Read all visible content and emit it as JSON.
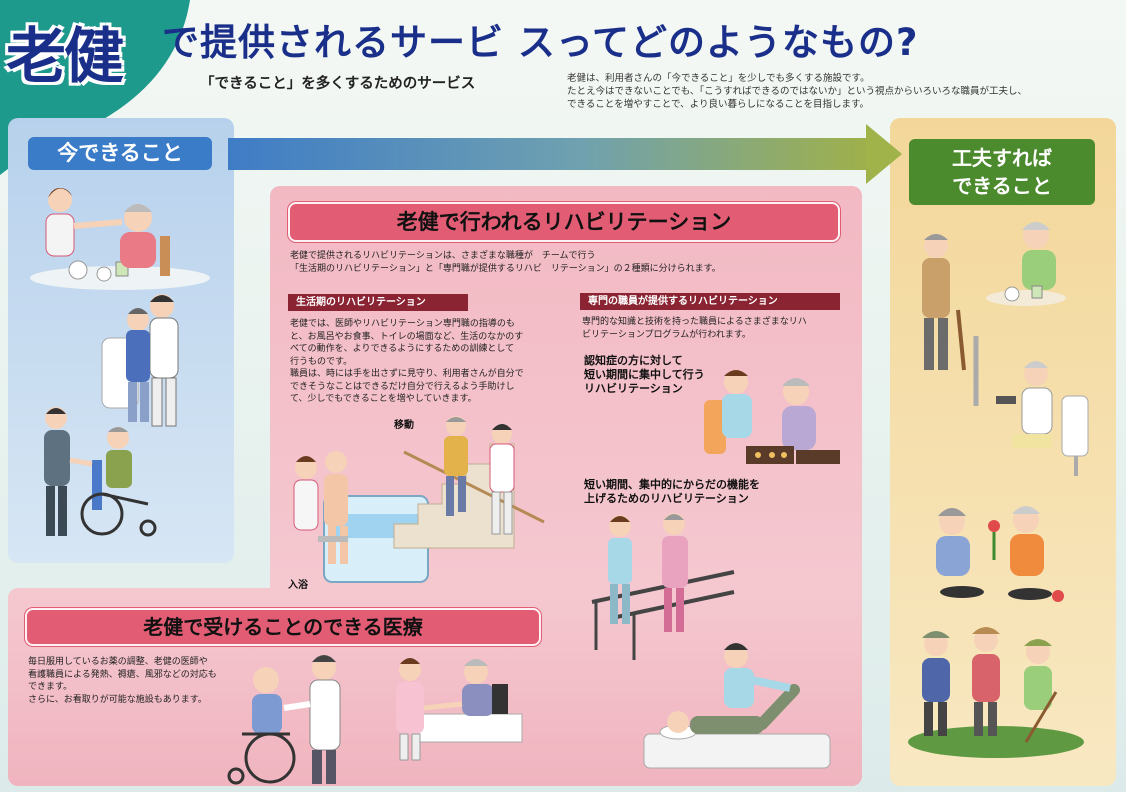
{
  "header": {
    "logo": "老健",
    "headline": "で提供されるサービ スってどのようなもの?",
    "subline": "「できること」を多くするためのサービス",
    "intro_lines": [
      "老健は、利用者さんの「今できること」を少しでも多くする施設です。",
      "たとえ今はできないことでも、「こうすればできるのではないか」という視点からいろいろな職員が工夫し、",
      "できることを増やすことで、より良い暮らしになることを目指します。"
    ]
  },
  "flow": {
    "now_label": "今できること",
    "goal_label_line1": "工夫すれば",
    "goal_label_line2": "できること"
  },
  "rehab": {
    "title": "老健で行われるリハビリテーション",
    "intro_lines": [
      "老健で提供されるリハビリテーションは、さまざまな職種が　チームで行う",
      "「生活期のリハビリテーション」と「専門職が提供するリハビ　リテーション」の２種類に分けられます。"
    ],
    "daily": {
      "title": "生活期のリハビリテーション",
      "lines": [
        "老健では、医師やリハビリテーション専門職の指導のも",
        "と、お風呂やお食事、トイレの場面など、生活のなかのす",
        "べての動作を、よりできるようにするための訓練として",
        "行うものです。",
        "職員は、時には手を出さずに見守り、利用者さんが自分で",
        "できそうなことはできるだけ自分で行えるよう手助けし",
        "て、少しでもできることを増やしていきます。"
      ],
      "label_move": "移動",
      "label_bath": "入浴"
    },
    "specialist": {
      "title": "専門の職員が提供するリハビリテーション",
      "lines": [
        "専門的な知識と技術を持った職員によるさまざまなリハ",
        "ビリテーションプログラムが行われます。"
      ],
      "dementia_lines": [
        "認知症の方に対して",
        "短い期間に集中して行う",
        "リハビリテーション"
      ],
      "function_lines": [
        "短い期間、集中的にからだの機能を",
        "上げるためのリハビリテーション"
      ]
    }
  },
  "medical": {
    "title": "老健で受けることのできる医療",
    "lines": [
      "毎日服用しているお薬の調整、老健の医師や",
      "看護職員による発熱、褥瘡、風邪などの対応も",
      "できます。",
      "さらに、お看取りが可能な施設もあります。"
    ]
  },
  "colors": {
    "navy": "#1a2f8a",
    "blue_tag": "#3b7cc9",
    "green_tag": "#4c8a2e",
    "pink_tag": "#e25d74",
    "dark_red_bar": "#8a2332",
    "teal_corner": "#1e9a8c"
  }
}
